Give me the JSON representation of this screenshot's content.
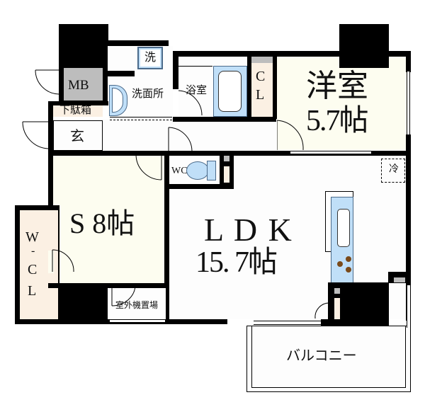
{
  "floor_plan": {
    "rooms": {
      "western_room": {
        "name": "洋室",
        "size": "5.7帖"
      },
      "s_room": {
        "name": "S",
        "size": "8帖",
        "label": "S 8帖"
      },
      "ldk": {
        "name": "LDK",
        "size": "15.7帖",
        "label_line1": "L D K",
        "label_line2": "15. 7帖"
      },
      "washroom": {
        "name": "洗面所"
      },
      "bathroom": {
        "name": "浴室"
      },
      "closet": {
        "line1": "C",
        "line2": "L"
      },
      "walk_in_closet": {
        "line1": "W",
        "line2": "-",
        "line3": "C",
        "line4": "L"
      },
      "meter_box": {
        "name": "MB"
      },
      "shoe_cabinet": {
        "name": "下駄箱"
      },
      "entrance": {
        "name": "玄"
      },
      "toilet": {
        "name": "WC"
      },
      "outdoor_unit": {
        "name": "室外機置場"
      },
      "balcony": {
        "name": "バルコニー"
      }
    },
    "fixtures": {
      "washing_machine": "洗",
      "refrigerator": "冷"
    },
    "colors": {
      "wall": "#000000",
      "room_cream": "#fdfdf0",
      "closet_beige": "#fbf0e3",
      "fixture_blue": "#c0dff8",
      "pipe_grey": "#bdbdbd",
      "stove_burner": "#7a4a1a"
    }
  }
}
